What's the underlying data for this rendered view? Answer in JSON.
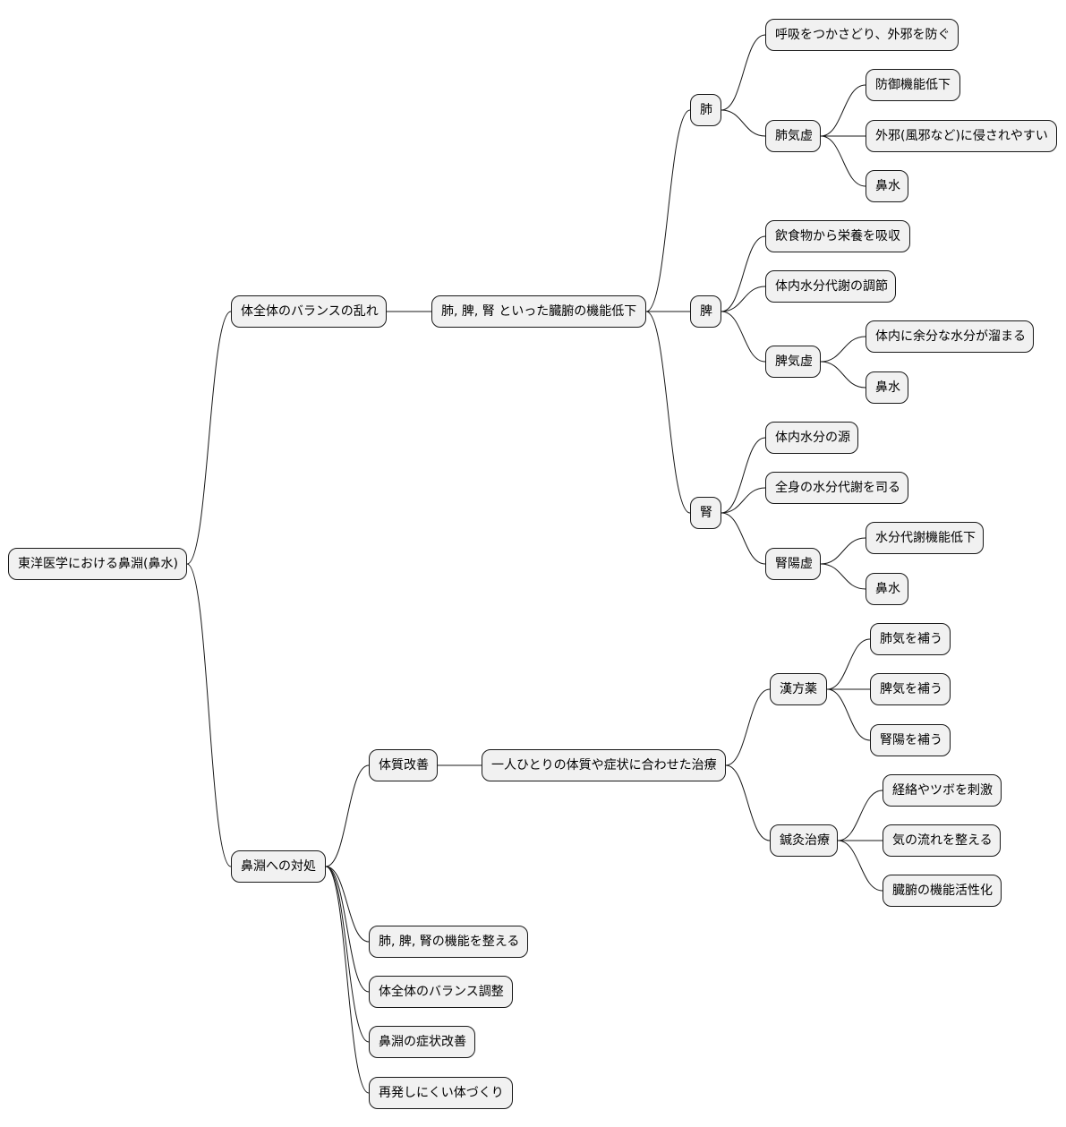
{
  "mindmap": {
    "root": "東洋医学における鼻淵(鼻水)",
    "nodes": {
      "n_balance": "体全体のバランスの乱れ",
      "n_organs": "肺, 脾, 腎 といった臓腑の機能低下",
      "n_lung": "肺",
      "n_lung_a": "呼吸をつかさどり、外邪を防ぐ",
      "n_lung_def": "肺気虚",
      "n_lung_def_a": "防御機能低下",
      "n_lung_def_b": "外邪(風邪など)に侵されやすい",
      "n_lung_def_c": "鼻水",
      "n_spleen": "脾",
      "n_spleen_a": "飲食物から栄養を吸収",
      "n_spleen_b": "体内水分代謝の調節",
      "n_spleen_def": "脾気虚",
      "n_spleen_def_a": "体内に余分な水分が溜まる",
      "n_spleen_def_b": "鼻水",
      "n_kidney": "腎",
      "n_kidney_a": "体内水分の源",
      "n_kidney_b": "全身の水分代謝を司る",
      "n_kidney_def": "腎陽虚",
      "n_kidney_def_a": "水分代謝機能低下",
      "n_kidney_def_b": "鼻水",
      "n_treat": "鼻淵への対処",
      "n_const": "体質改善",
      "n_indiv": "一人ひとりの体質や症状に合わせた治療",
      "n_kampo": "漢方薬",
      "n_kampo_a": "肺気を補う",
      "n_kampo_b": "脾気を補う",
      "n_kampo_c": "腎陽を補う",
      "n_acu": "鍼灸治療",
      "n_acu_a": "経絡やツボを刺激",
      "n_acu_b": "気の流れを整える",
      "n_acu_c": "臓腑の機能活性化",
      "n_t1": "肺, 脾, 腎の機能を整える",
      "n_t2": "体全体のバランス調整",
      "n_t3": "鼻淵の症状改善",
      "n_t4": "再発しにくい体づくり"
    }
  }
}
